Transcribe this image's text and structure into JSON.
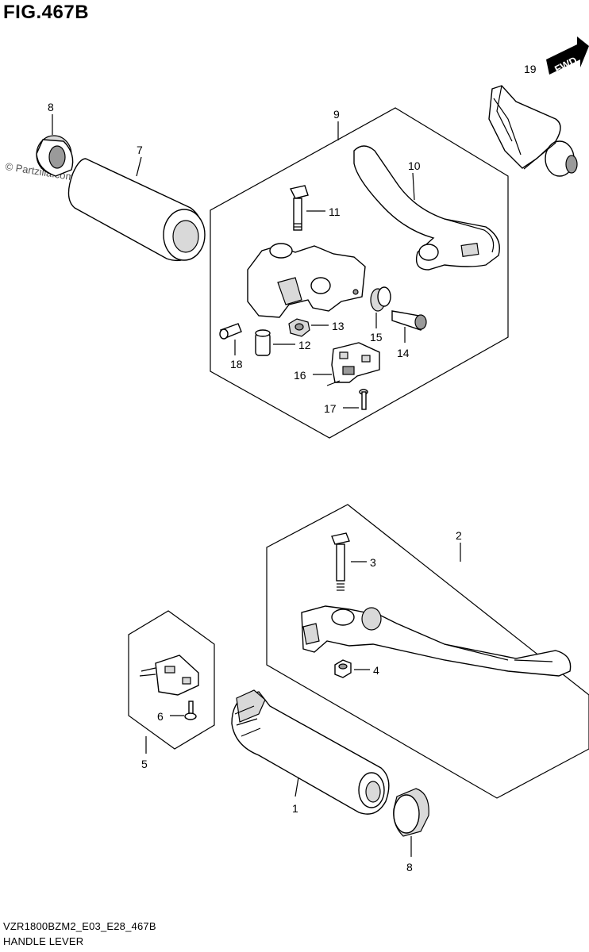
{
  "figure": {
    "title": "FIG.467B",
    "watermark": "© Partzilla.com",
    "model_code": "VZR1800BZM2_E03_E28_467B",
    "name": "HANDLE LEVER",
    "direction_badge": "FWD"
  },
  "callouts": {
    "c1": "1",
    "c2": "2",
    "c3": "3",
    "c4": "4",
    "c5": "5",
    "c6": "6",
    "c7": "7",
    "c8a": "8",
    "c8b": "8",
    "c9": "9",
    "c10": "10",
    "c11": "11",
    "c12": "12",
    "c13": "13",
    "c14": "14",
    "c15": "15",
    "c16": "16",
    "c17": "17",
    "c18": "18",
    "c19": "19"
  }
}
